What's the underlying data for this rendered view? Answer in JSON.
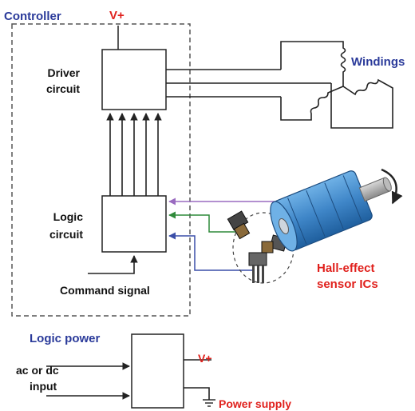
{
  "labels": {
    "controller": "Controller",
    "vplus_top": "V+",
    "driver_line1": "Driver",
    "driver_line2": "circuit",
    "windings": "Windings",
    "logic_line1": "Logic",
    "logic_line2": "circuit",
    "command_signal": "Command signal",
    "hall_line1": "Hall-effect",
    "hall_line2": "sensor ICs",
    "logic_power": "Logic power",
    "vplus_bottom": "V+",
    "input_line1": "ac or dc",
    "input_line2": "input",
    "power_supply": "Power supply"
  },
  "colors": {
    "blue_label": "#2a3a9a",
    "red_label": "#e0201c",
    "wire": "#222222",
    "motor_blue": "#3f86c8",
    "sensor_purple": "#9a6bc0",
    "sensor_green": "#2f8a3a",
    "sensor_blue": "#3a4ea8"
  }
}
